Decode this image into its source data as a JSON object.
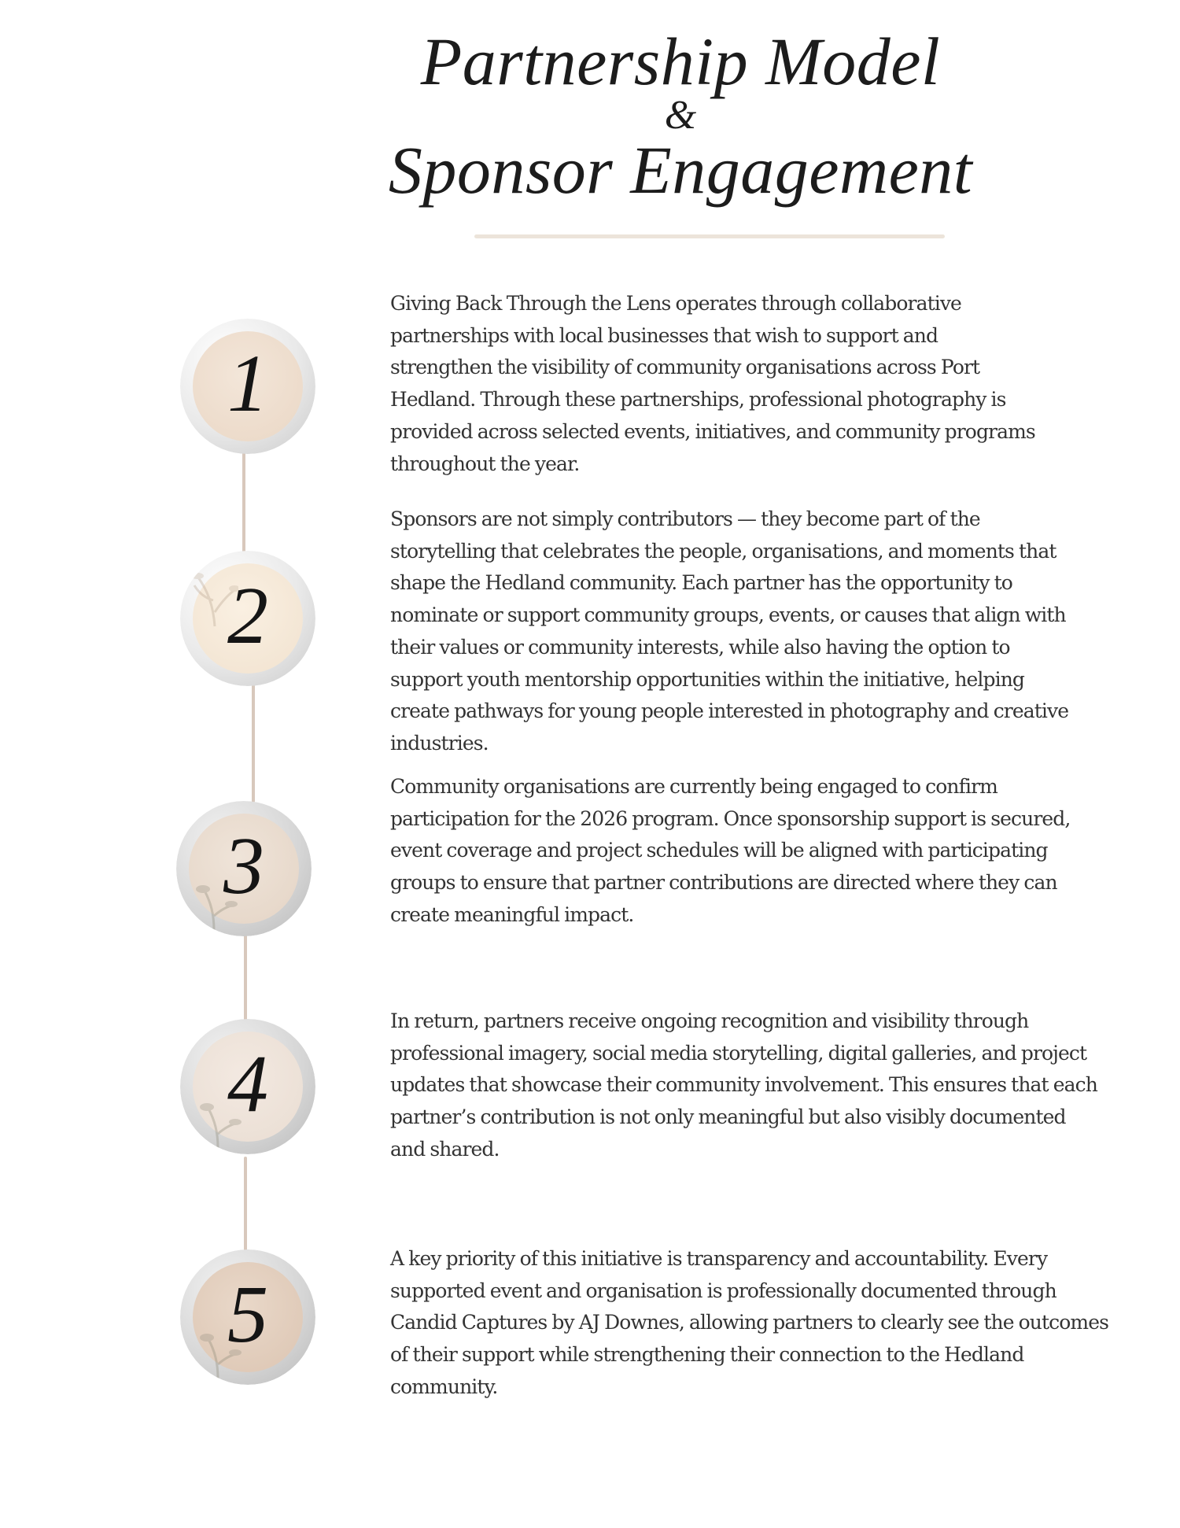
{
  "header": {
    "title_line1": "Partnership Model",
    "title_amp": "&",
    "title_line2": "Sponsor Engagement"
  },
  "steps": [
    {
      "number": "1",
      "text": "Giving Back Through the Lens operates through collaborative partnerships with local businesses that wish to support and strengthen the visibility of community organisations across Port Hedland. Through these partnerships, professional photography is provided across selected events, initiatives, and community programs throughout the year."
    },
    {
      "number": "2",
      "text": "Sponsors are not simply contributors — they become part of the storytelling that celebrates the people, organisations, and moments that shape the Hedland community. Each partner has the opportunity to nominate or support community groups, events, or causes that align with their values or community interests, while also having the option to support youth mentorship opportunities within the initiative, helping create pathways for young people interested in photography and creative industries."
    },
    {
      "number": "3",
      "text": "Community organisations are currently being engaged to confirm participation for the 2026 program. Once sponsorship support is secured, event coverage and project schedules will be aligned with participating groups to ensure that partner contributions are directed where they can create meaningful impact."
    },
    {
      "number": "4",
      "text": "In return, partners receive ongoing recognition and visibility through professional imagery, social media storytelling, digital galleries, and project updates that showcase their community involvement. This ensures that each partner’s contribution is not only meaningful but also visibly documented and shared."
    },
    {
      "number": "5",
      "text": "A key priority of this initiative is transparency and accountability. Every supported event and organisation is professionally documented through Candid Captures by AJ Downes, allowing partners to clearly see the outcomes of their support while strengthening their connection to the Hedland community."
    }
  ]
}
